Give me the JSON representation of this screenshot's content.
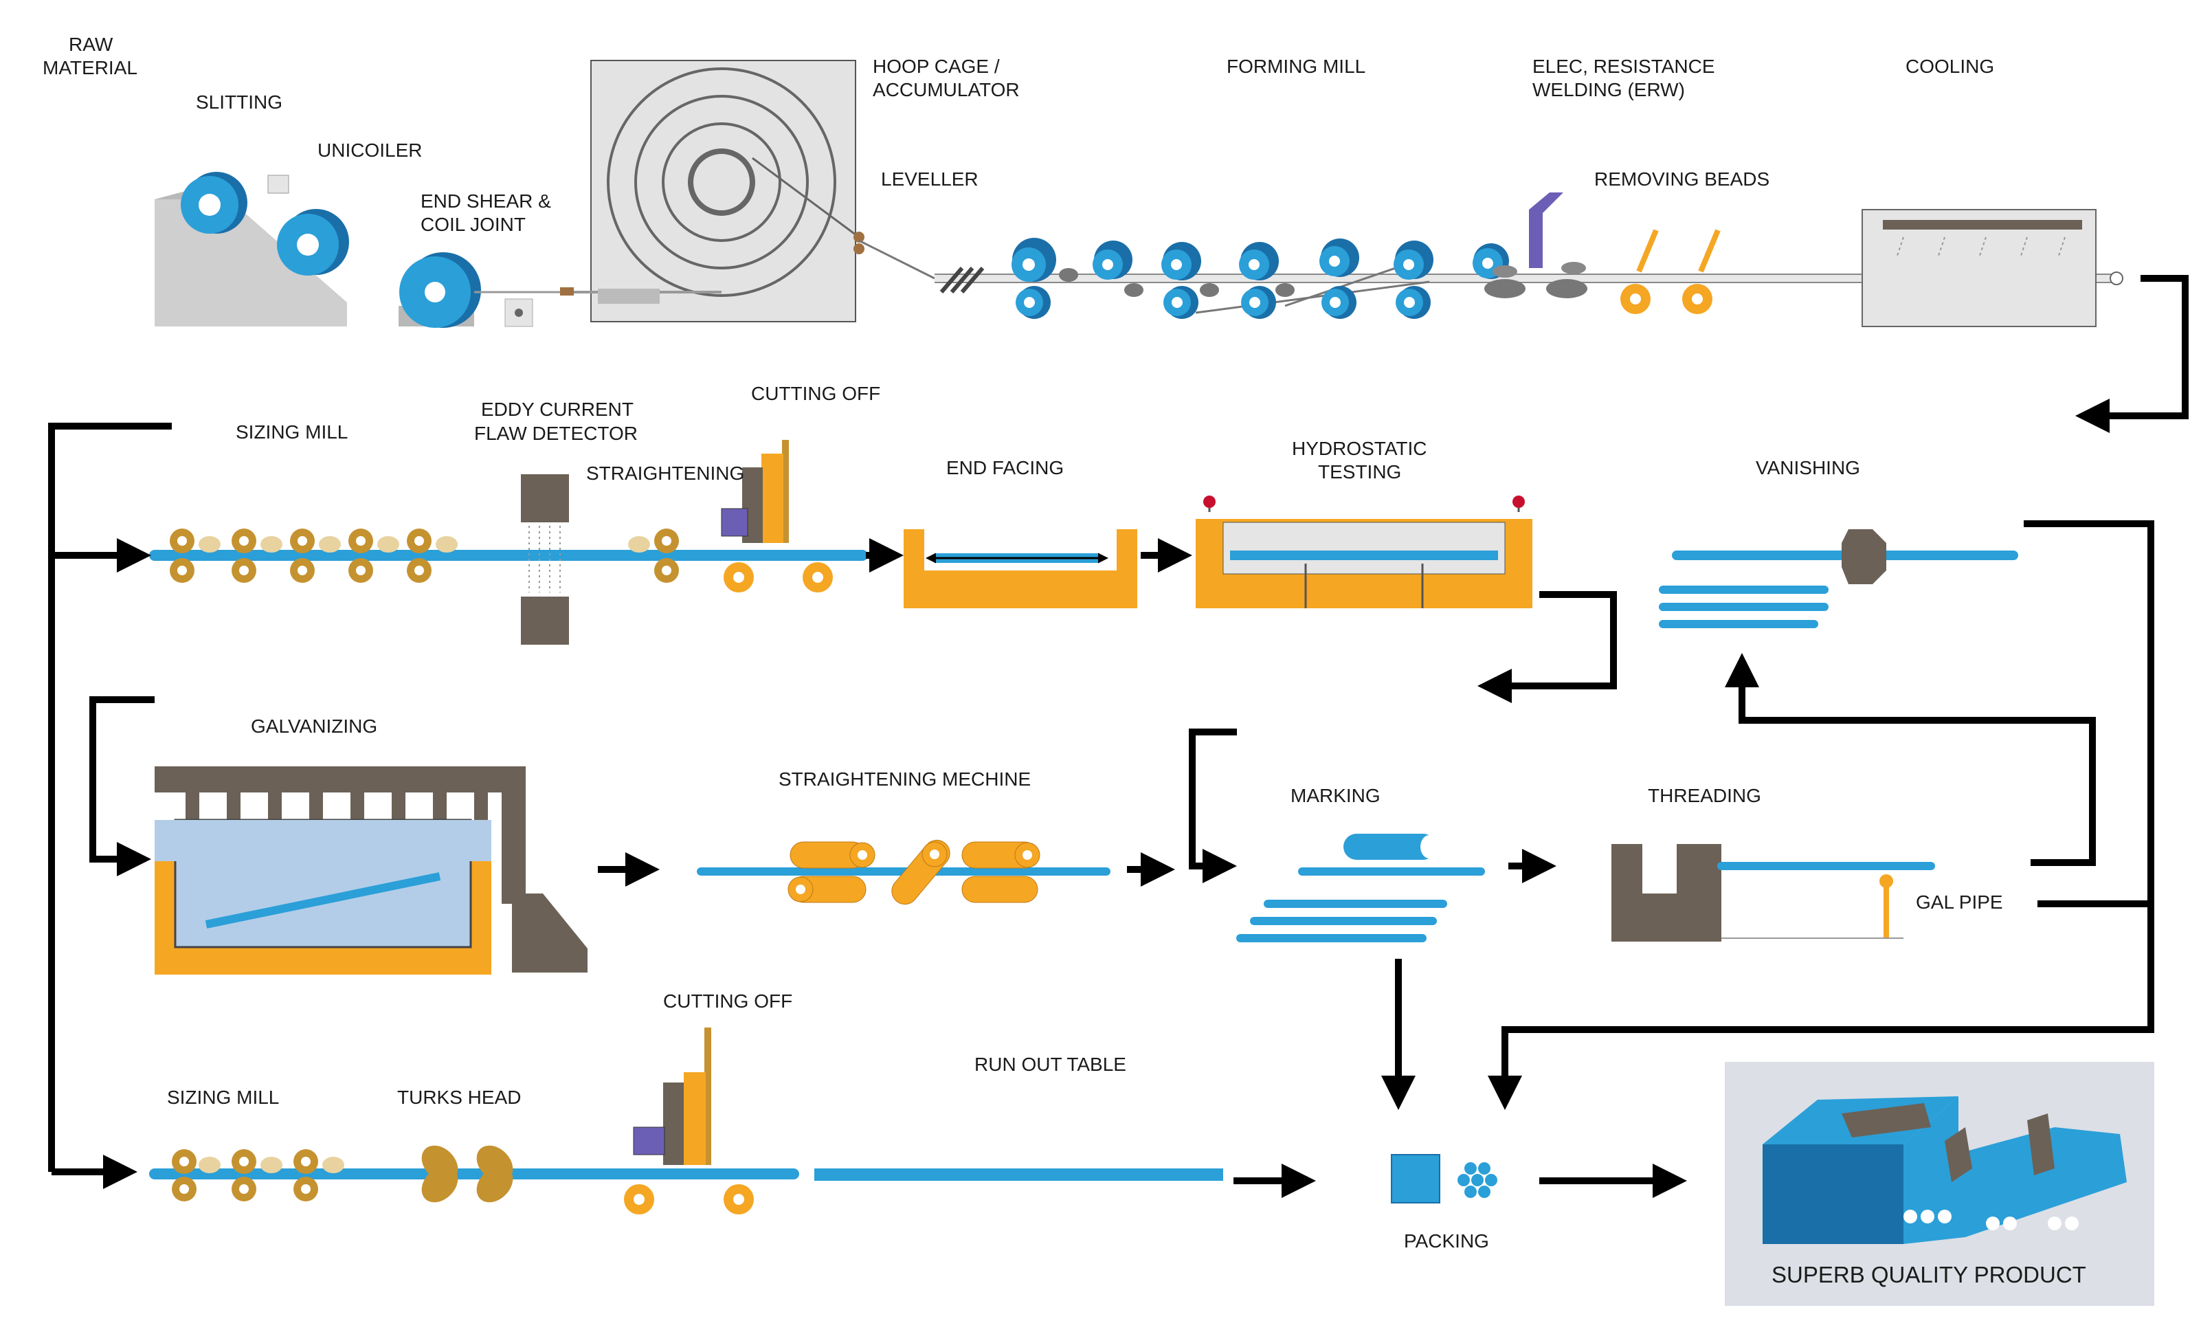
{
  "labels": {
    "raw_material_1": "RAW",
    "raw_material_2": "MATERIAL",
    "slitting": "SLITTING",
    "unicoiler": "UNICOILER",
    "end_shear_1": "END SHEAR &",
    "end_shear_2": "COIL JOINT",
    "hoop_cage_1": "HOOP CAGE /",
    "hoop_cage_2": "ACCUMULATOR",
    "leveller": "LEVELLER",
    "forming_mill": "FORMING MILL",
    "erw_1": "ELEC, RESISTANCE",
    "erw_2": "WELDING (ERW)",
    "removing_beads": "REMOVING BEADS",
    "cooling": "COOLING",
    "sizing_mill_1": "SIZING MILL",
    "eddy_1": "EDDY CURRENT",
    "eddy_2": "FLAW DETECTOR",
    "straightening": "STRAIGHTENING",
    "cutting_off_1": "CUTTING OFF",
    "end_facing": "END FACING",
    "hydro_1": "HYDROSTATIC",
    "hydro_2": "TESTING",
    "vanishing": "VANISHING",
    "galvanizing": "GALVANIZING",
    "straightening_mechine": "STRAIGHTENING MECHINE",
    "marking": "MARKING",
    "threading": "THREADING",
    "gal_pipe": "GAL PIPE",
    "cutting_off_2": "CUTTING OFF",
    "run_out_table": "RUN OUT TABLE",
    "sizing_mill_2": "SIZING MILL",
    "turks_head": "TURKS HEAD",
    "packing": "PACKING",
    "superb_product": "SUPERB QUALITY PRODUCT"
  },
  "colors": {
    "pipe_blue": "#2b9fd8",
    "dark_blue": "#1a6fa8",
    "orange": "#f5a623",
    "brown": "#6b6156",
    "grey": "#cfcfcf",
    "arrow": "#000000",
    "product_bg": "#dcdfe6"
  }
}
